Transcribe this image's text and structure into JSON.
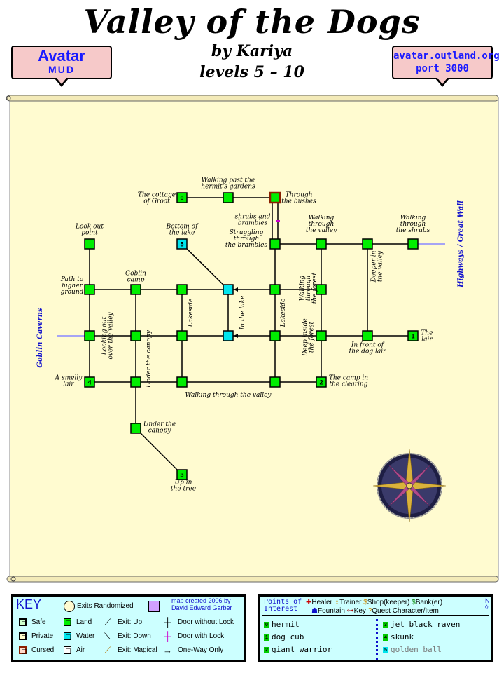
{
  "header": {
    "title": "Valley of the Dogs",
    "author": "by Kariya",
    "levels": "levels 5 – 10",
    "logo_line1": "Avatar",
    "logo_line2": "MUD",
    "url_line1": "avatar.outland.org",
    "url_line2": "port 3000"
  },
  "colors": {
    "land": "#00ee00",
    "water": "#00e5ee",
    "parchment": "#fffbd0",
    "badge": "#f6c9c9",
    "key_bg": "#ccffff",
    "blue_text": "#1010cc"
  },
  "map": {
    "rooms": [
      {
        "id": "cottage",
        "type": "land",
        "num": "0",
        "label": "The cottage\nof Groot"
      },
      {
        "id": "walking-past",
        "type": "land",
        "label": "Walking past the\nhermit's gardens"
      },
      {
        "id": "through-bushes",
        "type": "cursed",
        "label": "Through\nthe bushes"
      },
      {
        "id": "struggling",
        "type": "land",
        "label": "Struggling\nthrough\nthe brambles"
      },
      {
        "id": "shrubs",
        "type": "none",
        "label": "shrubs and\nbrambles"
      },
      {
        "id": "lookout",
        "type": "land",
        "label": "Look out\npoint"
      },
      {
        "id": "bottom-lake",
        "type": "water",
        "num": "5",
        "label": "Bottom of\nthe lake"
      },
      {
        "id": "walking-valley-top",
        "type": "land",
        "label": "Walking\nthrough\nthe valley"
      },
      {
        "id": "deeper",
        "type": "land",
        "label": "Deeper in\nthe valley"
      },
      {
        "id": "walking-shrubs",
        "type": "land",
        "label": "Walking\nthrough\nthe shrubs"
      },
      {
        "id": "path-higher",
        "type": "land",
        "label": "Path to\nhigher\nground"
      },
      {
        "id": "goblin-camp",
        "type": "land",
        "label": "Goblin\ncamp"
      },
      {
        "id": "lakeside-w",
        "type": "land",
        "label": "Lakeside"
      },
      {
        "id": "in-lake-n",
        "type": "water",
        "label": ""
      },
      {
        "id": "lakeside-e",
        "type": "land",
        "label": "Lakeside"
      },
      {
        "id": "walking-forest",
        "type": "land",
        "label": "Walking\nthrough\nthe forest"
      },
      {
        "id": "lookingout",
        "type": "land",
        "label": "Looking out\nover the valley"
      },
      {
        "id": "under-canopy-v",
        "type": "land",
        "label": "Under the canopy"
      },
      {
        "id": "in-lake",
        "type": "water",
        "label": "In the lake"
      },
      {
        "id": "deep-inside",
        "type": "land",
        "label": "Deep inside\nthe forest"
      },
      {
        "id": "dog-lair-front",
        "type": "land",
        "label": "In front of\nthe dog lair"
      },
      {
        "id": "the-lair",
        "type": "land",
        "num": "1",
        "label": "The\nlair"
      },
      {
        "id": "smelly-lair",
        "type": "land",
        "num": "4",
        "label": "A smelly\nlair"
      },
      {
        "id": "camp-clearing",
        "type": "land",
        "num": "2",
        "label": "The camp in\nthe clearing"
      },
      {
        "id": "walking-valley-bottom",
        "type": "land",
        "label": "Walking through the valley"
      },
      {
        "id": "under-canopy",
        "type": "land",
        "label": "Under the\ncanopy"
      },
      {
        "id": "up-tree",
        "type": "land",
        "num": "3",
        "label": "Up in\nthe tree"
      }
    ],
    "exits": {
      "west": "Goblin\nCaverns",
      "east": "Highways / Great Wall"
    }
  },
  "key": {
    "title": "KEY",
    "randomized": "Exits Randomized",
    "credit_line1": "map created 2006 by",
    "credit_line2": "David Edward Garber",
    "safe": "Safe",
    "private": "Private",
    "cursed": "Cursed",
    "land": "Land",
    "water": "Water",
    "air": "Air",
    "exit_up": "Exit: Up",
    "exit_down": "Exit: Down",
    "exit_magical": "Exit: Magical",
    "door_no_lock": "Door without Lock",
    "door_lock": "Door with Lock",
    "one_way": "One-Way Only"
  },
  "poi": {
    "title": "Points of\nInterest",
    "legend_healer": "Healer",
    "legend_trainer": "Trainer",
    "legend_shop": "Shop(keeper)",
    "legend_bank": "Bank(er)",
    "legend_fountain": "Fountain",
    "legend_key": "Key",
    "legend_quest": "Quest Character/Item",
    "items": [
      {
        "num": "0",
        "name": "hermit"
      },
      {
        "num": "1",
        "name": "dog cub"
      },
      {
        "num": "2",
        "name": "giant warrior"
      },
      {
        "num": "3",
        "name": "jet black raven"
      },
      {
        "num": "4",
        "name": "skunk"
      },
      {
        "num": "5",
        "name": "golden ball"
      }
    ]
  }
}
